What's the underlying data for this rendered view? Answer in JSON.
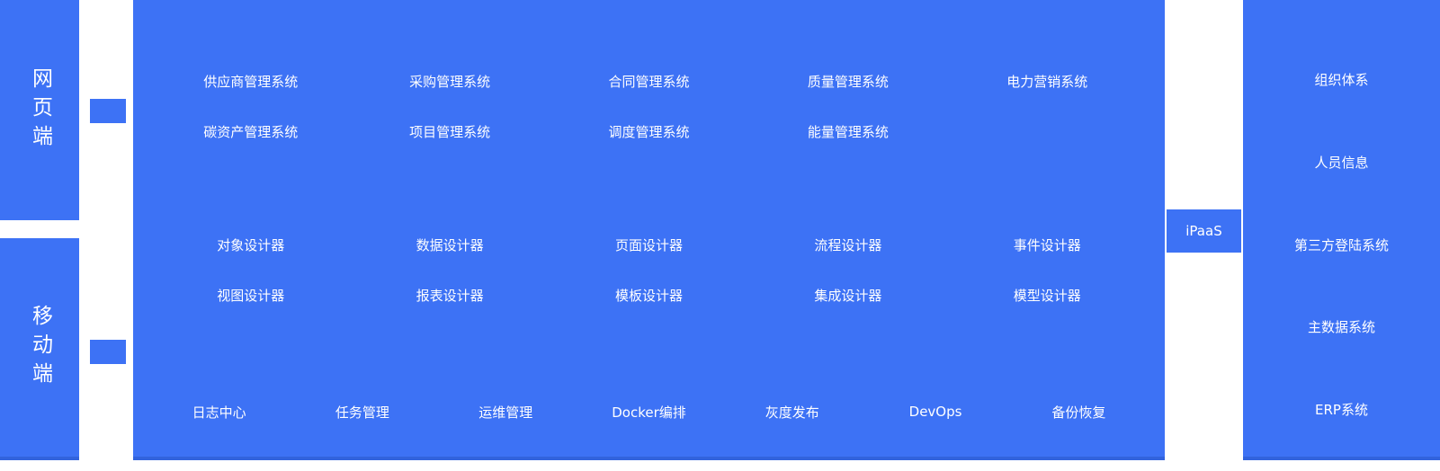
{
  "colors": {
    "primary": "#3D72F5",
    "primary_dark": "#3263DD",
    "text": "#FFFFFF"
  },
  "left_panels": [
    {
      "label": "网页端"
    },
    {
      "label": "移动端"
    }
  ],
  "main": {
    "app_rows": [
      [
        "供应商管理系统",
        "采购管理系统",
        "合同管理系统",
        "质量管理系统",
        "电力营销系统"
      ],
      [
        "碳资产管理系统",
        "项目管理系统",
        "调度管理系统",
        "能量管理系统"
      ]
    ],
    "designer_rows": [
      [
        "对象设计器",
        "数据设计器",
        "页面设计器",
        "流程设计器",
        "事件设计器"
      ],
      [
        "视图设计器",
        "报表设计器",
        "模板设计器",
        "集成设计器",
        "模型设计器"
      ]
    ],
    "ops_row": [
      "日志中心",
      "任务管理",
      "运维管理",
      "Docker编排",
      "灰度发布",
      "DevOps",
      "备份恢复"
    ]
  },
  "ipaas": {
    "label": "iPaaS"
  },
  "right_panel": {
    "items": [
      "组织体系",
      "人员信息",
      "第三方登陆系统",
      "主数据系统",
      "ERP系统"
    ]
  }
}
